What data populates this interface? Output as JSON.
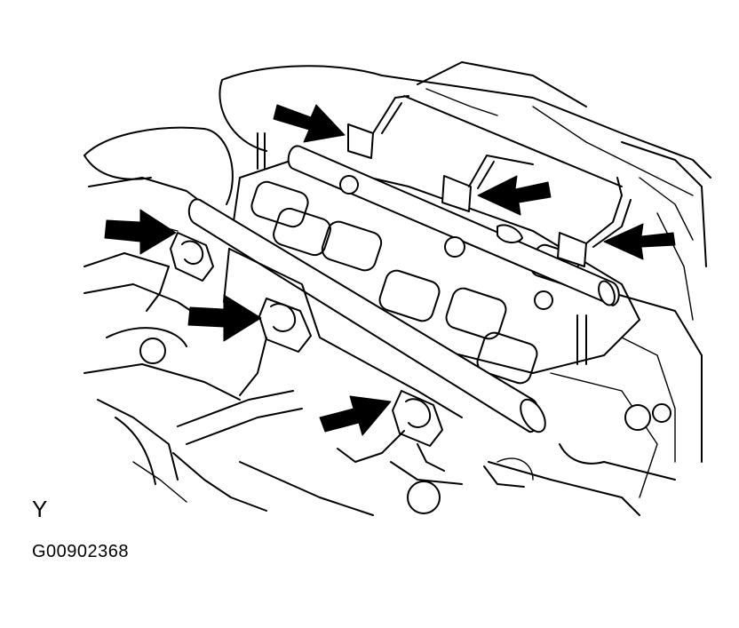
{
  "figure": {
    "view_label": "Y",
    "figure_id": "G00902368"
  },
  "colors": {
    "ink": "#000000",
    "background": "#ffffff"
  },
  "arrows": [
    {
      "name": "arrow-rear-injector-1",
      "direction": "down-right"
    },
    {
      "name": "arrow-rear-injector-2",
      "direction": "left"
    },
    {
      "name": "arrow-rear-injector-3",
      "direction": "left"
    },
    {
      "name": "arrow-front-injector-1",
      "direction": "right"
    },
    {
      "name": "arrow-front-injector-2",
      "direction": "right"
    },
    {
      "name": "arrow-front-injector-3",
      "direction": "up-right"
    }
  ]
}
